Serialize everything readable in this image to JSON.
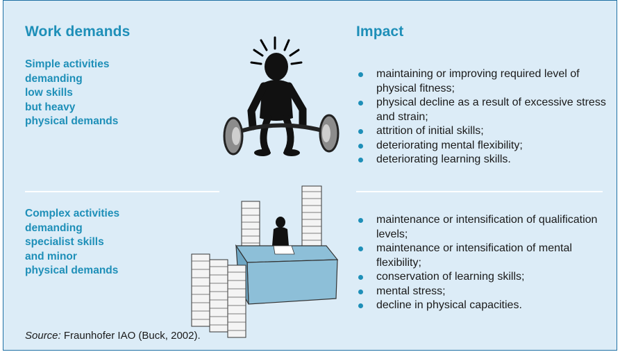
{
  "left_heading": "Work demands",
  "right_heading": "Impact",
  "rows": [
    {
      "activity_lines": [
        "Simple activities",
        "demanding",
        "low skills",
        "but heavy",
        "physical demands"
      ],
      "illustration": "weightlifter-icon",
      "impacts": [
        "maintaining or improving required level of physical fitness;",
        "physical decline as a result of excessive stress and strain;",
        "attrition of initial skills;",
        "deteriorating mental flexibility;",
        "deteriorating learning skills."
      ]
    },
    {
      "activity_lines": [
        "Complex activities",
        "demanding",
        "specialist skills",
        "and minor",
        "physical demands"
      ],
      "illustration": "desk-with-paper-stacks-icon",
      "impacts": [
        "maintenance or intensification of qualification levels;",
        "maintenance or intensification of mental flexibility;",
        "conservation of learning skills;",
        "mental stress;",
        "decline in physical capacities."
      ]
    }
  ],
  "source": {
    "label": "Source:",
    "text": "Fraunhofer IAO (Buck, 2002)."
  },
  "colors": {
    "background": "#dcecf7",
    "accent": "#1e8fb8",
    "border": "#1d6fa3",
    "desk": "#8dbfd8"
  }
}
